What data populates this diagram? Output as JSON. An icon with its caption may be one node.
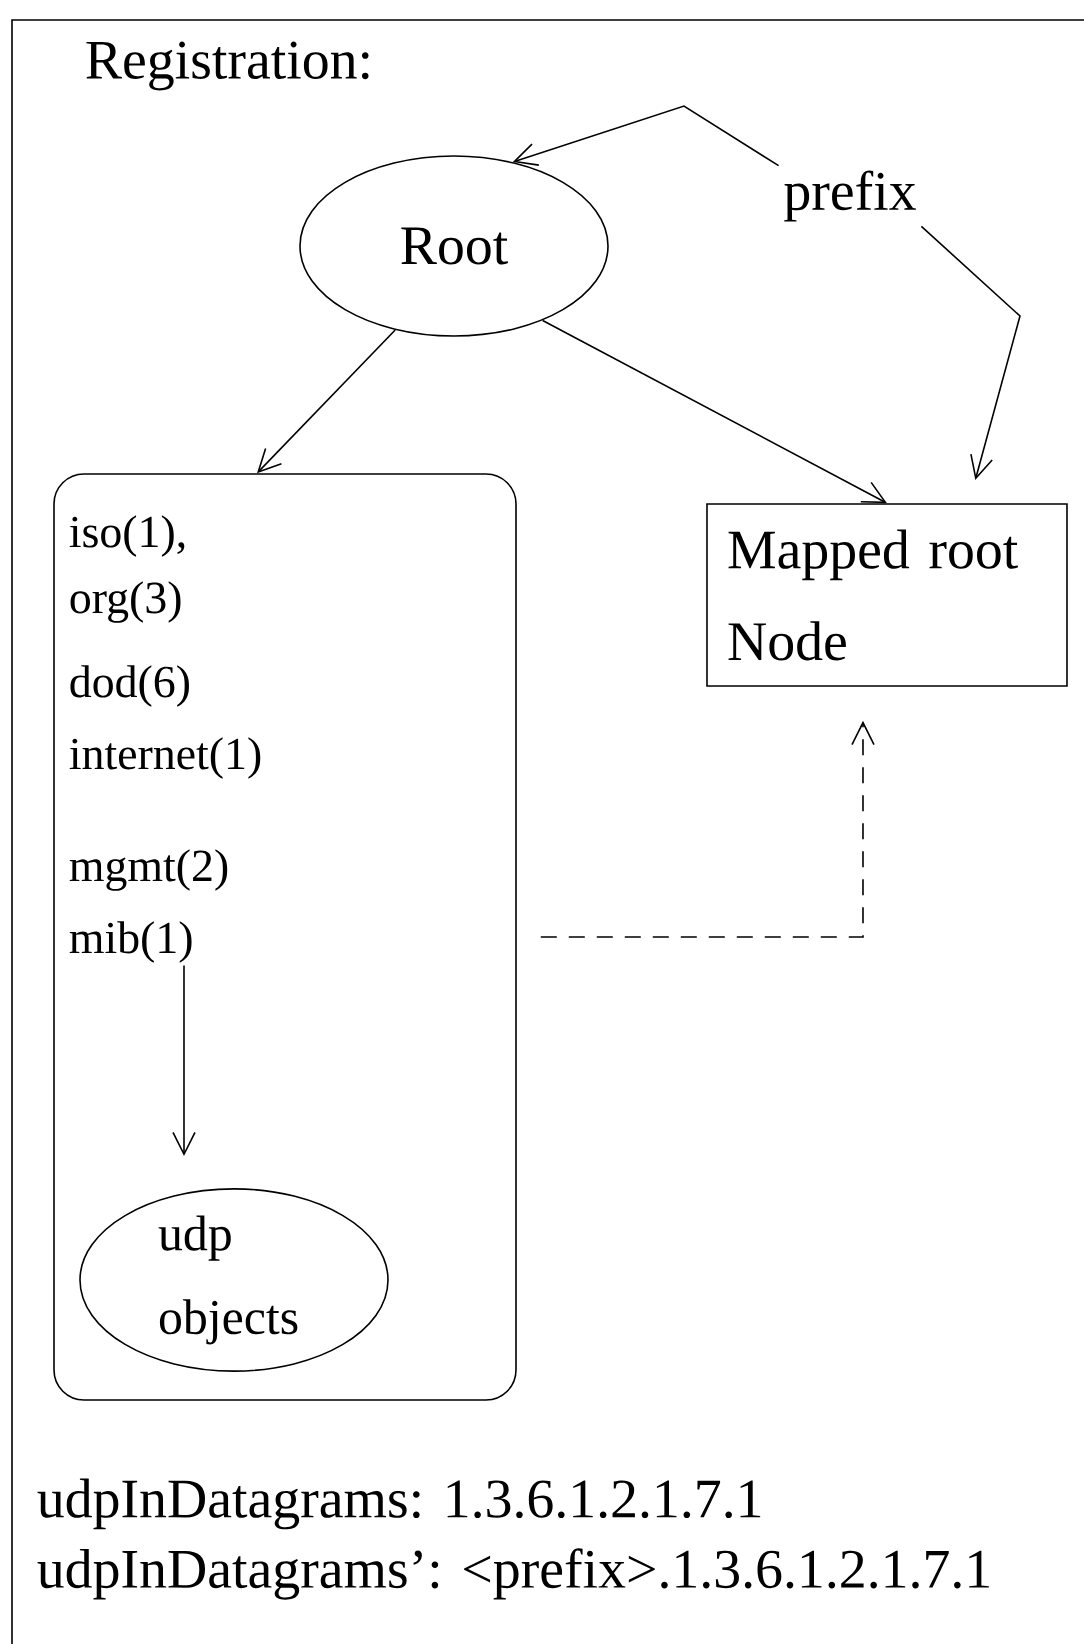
{
  "diagram": {
    "title": "Registration:",
    "nodes": [
      {
        "text": [
          "Root"
        ]
      },
      {
        "text": [
          "prefix"
        ]
      },
      {
        "text": [
          "iso(1),",
          "org(3)",
          "dod(6)",
          "internet(1)",
          "mgmt(2)"
        ]
      },
      {
        "text": [
          "Mapped root Node"
        ]
      },
      {
        "text": [
          "mib(1)"
        ],
        "in": 2
      },
      {
        "text": [
          "udp objects"
        ],
        "in": 2
      }
    ],
    "edges": [
      {
        "from": 1,
        "to": 0,
        "arrow": "to"
      },
      {
        "from": 1,
        "to": 3,
        "arrow": "to"
      },
      {
        "from": 0,
        "to": 2,
        "arrow": "to"
      },
      {
        "from": 0,
        "to": 3,
        "arrow": "to"
      },
      {
        "from": 2,
        "to": 3,
        "arrow": "to",
        "style": "dashed"
      },
      {
        "from": 4,
        "to": 5,
        "arrow": "to"
      }
    ],
    "labels": [
      "udpInDatagrams: 1.3.6.1.2.1.7.1",
      "udpInDatagrams’: <prefix>.1.3.6.1.2.1.7.1"
    ]
  }
}
